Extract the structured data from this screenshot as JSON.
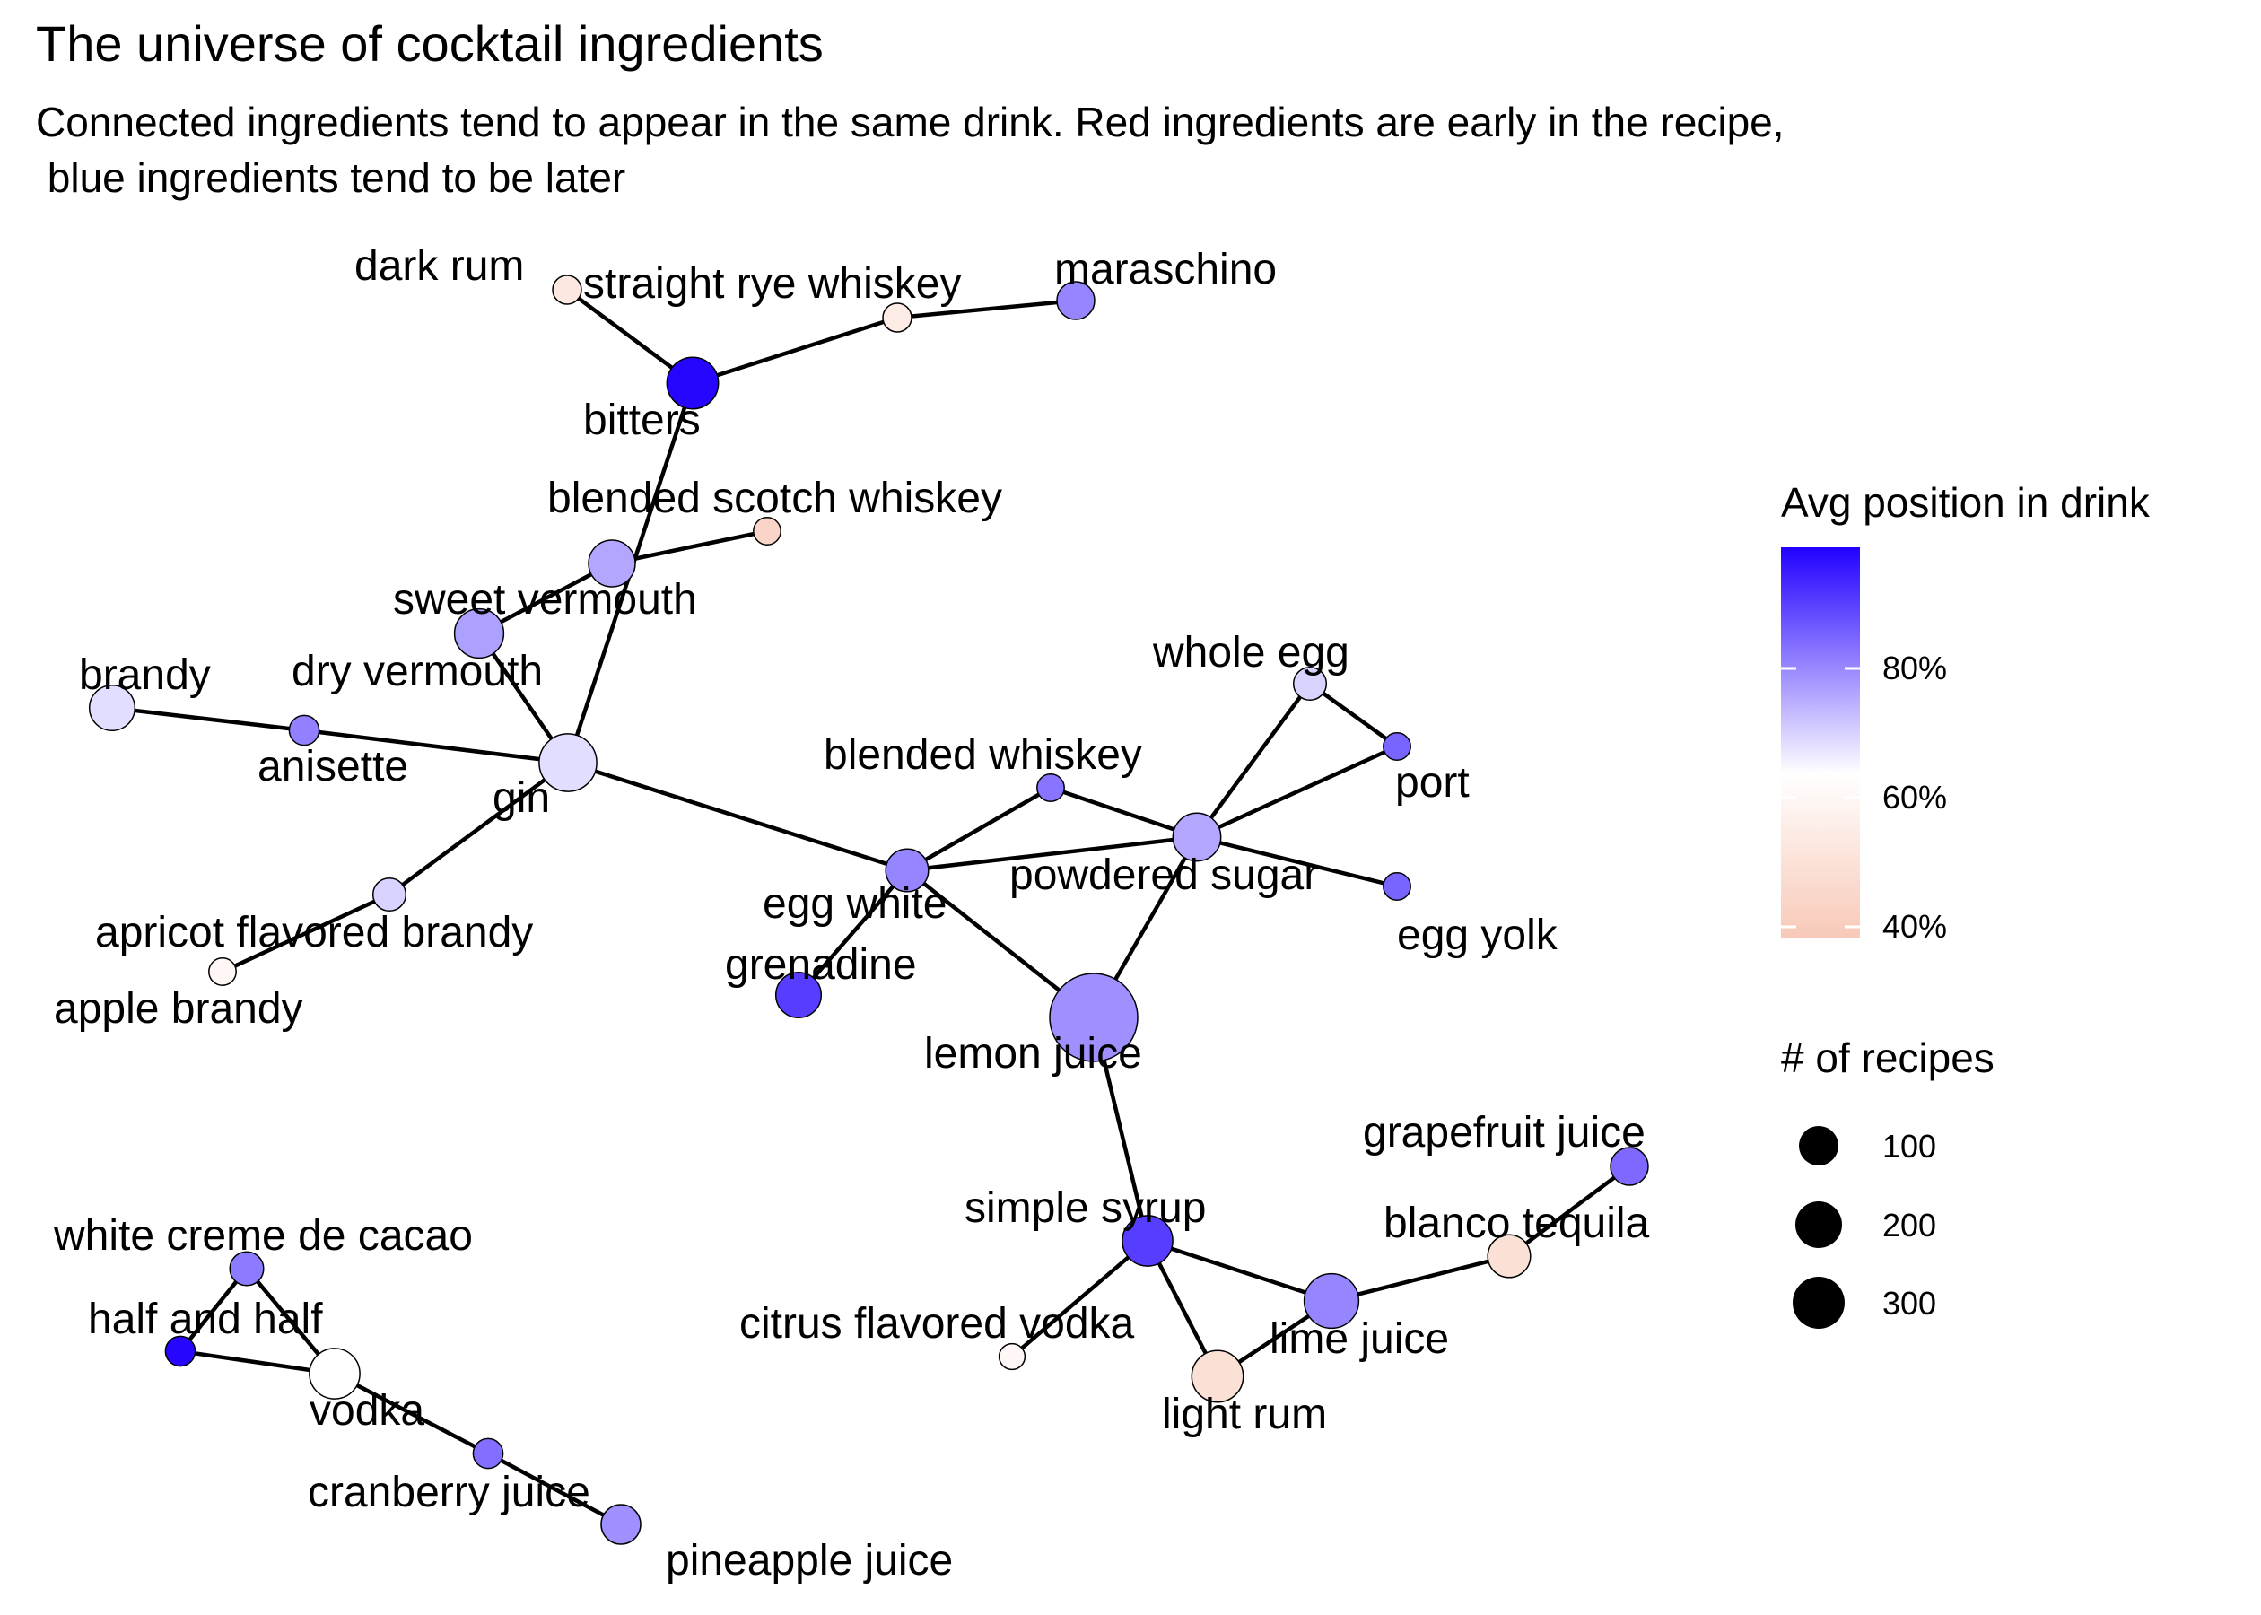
{
  "title": "The universe of cocktail ingredients",
  "subtitle_lines": [
    "Connected ingredients tend to appear in the same drink. Red ingredients are early in the recipe,",
    " blue ingredients tend to be later"
  ],
  "legend": {
    "color_title": "Avg position in drink",
    "color_ticks": [
      "80%",
      "60%",
      "40%"
    ],
    "size_title": "# of recipes",
    "size_labels": [
      "100",
      "200",
      "300"
    ]
  },
  "colors": {
    "low": "#f8c9b8",
    "mid": "#ffffff",
    "high": "#2200ff",
    "edge": "#000000"
  },
  "nodes": [
    {
      "id": "dark_rum",
      "label": "dark rum",
      "avg_position": 0.46,
      "recipes": 10
    },
    {
      "id": "straight_rye_whiskey",
      "label": "straight rye whiskey",
      "avg_position": 0.47,
      "recipes": 10
    },
    {
      "id": "maraschino",
      "label": "maraschino",
      "avg_position": 0.74,
      "recipes": 30
    },
    {
      "id": "bitters",
      "label": "bitters",
      "avg_position": 0.97,
      "recipes": 80
    },
    {
      "id": "blended_scotch_whiskey",
      "label": "blended scotch whiskey",
      "avg_position": 0.41,
      "recipes": 8
    },
    {
      "id": "sweet_vermouth",
      "label": "sweet vermouth",
      "avg_position": 0.68,
      "recipes": 60
    },
    {
      "id": "dry_vermouth",
      "label": "dry vermouth",
      "avg_position": 0.69,
      "recipes": 70
    },
    {
      "id": "brandy",
      "label": "brandy",
      "avg_position": 0.58,
      "recipes": 55
    },
    {
      "id": "anisette",
      "label": "anisette",
      "avg_position": 0.75,
      "recipes": 12
    },
    {
      "id": "gin",
      "label": "gin",
      "avg_position": 0.58,
      "recipes": 110
    },
    {
      "id": "apricot_flavored_brandy",
      "label": "apricot flavored brandy",
      "avg_position": 0.6,
      "recipes": 18
    },
    {
      "id": "apple_brandy",
      "label": "apple brandy",
      "avg_position": 0.5,
      "recipes": 8
    },
    {
      "id": "whole_egg",
      "label": "whole egg",
      "avg_position": 0.6,
      "recipes": 18
    },
    {
      "id": "port",
      "label": "port",
      "avg_position": 0.8,
      "recipes": 8
    },
    {
      "id": "blended_whiskey",
      "label": "blended whiskey",
      "avg_position": 0.77,
      "recipes": 8
    },
    {
      "id": "powdered_sugar",
      "label": "powdered sugar",
      "avg_position": 0.68,
      "recipes": 65
    },
    {
      "id": "egg_white",
      "label": "egg white",
      "avg_position": 0.74,
      "recipes": 45
    },
    {
      "id": "egg_yolk",
      "label": "egg yolk",
      "avg_position": 0.8,
      "recipes": 8
    },
    {
      "id": "grenadine",
      "label": "grenadine",
      "avg_position": 0.87,
      "recipes": 55
    },
    {
      "id": "lemon_juice",
      "label": "lemon juice",
      "avg_position": 0.72,
      "recipes": 330
    },
    {
      "id": "grapefruit_juice",
      "label": "grapefruit juice",
      "avg_position": 0.79,
      "recipes": 30
    },
    {
      "id": "simple_syrup",
      "label": "simple syrup",
      "avg_position": 0.87,
      "recipes": 75
    },
    {
      "id": "blanco_tequila",
      "label": "blanco tequila",
      "avg_position": 0.44,
      "recipes": 45
    },
    {
      "id": "lime_juice",
      "label": "lime juice",
      "avg_position": 0.74,
      "recipes": 95
    },
    {
      "id": "citrus_flavored_vodka",
      "label": "citrus flavored vodka",
      "avg_position": 0.5,
      "recipes": 6
    },
    {
      "id": "light_rum",
      "label": "light rum",
      "avg_position": 0.44,
      "recipes": 80
    },
    {
      "id": "white_creme_de_cacao",
      "label": "white creme de cacao",
      "avg_position": 0.76,
      "recipes": 20
    },
    {
      "id": "half_and_half",
      "label": "half and half",
      "avg_position": 0.97,
      "recipes": 12
    },
    {
      "id": "vodka",
      "label": "vodka",
      "avg_position": 0.52,
      "recipes": 75
    },
    {
      "id": "cranberry_juice",
      "label": "cranberry juice",
      "avg_position": 0.78,
      "recipes": 12
    },
    {
      "id": "pineapple_juice",
      "label": "pineapple juice",
      "avg_position": 0.72,
      "recipes": 35
    }
  ],
  "edges": [
    [
      "dark_rum",
      "bitters"
    ],
    [
      "bitters",
      "straight_rye_whiskey"
    ],
    [
      "straight_rye_whiskey",
      "maraschino"
    ],
    [
      "bitters",
      "gin"
    ],
    [
      "sweet_vermouth",
      "blended_scotch_whiskey"
    ],
    [
      "sweet_vermouth",
      "dry_vermouth"
    ],
    [
      "dry_vermouth",
      "gin"
    ],
    [
      "brandy",
      "anisette"
    ],
    [
      "anisette",
      "gin"
    ],
    [
      "gin",
      "apricot_flavored_brandy"
    ],
    [
      "apricot_flavored_brandy",
      "apple_brandy"
    ],
    [
      "gin",
      "egg_white"
    ],
    [
      "egg_white",
      "blended_whiskey"
    ],
    [
      "blended_whiskey",
      "powdered_sugar"
    ],
    [
      "egg_white",
      "powdered_sugar"
    ],
    [
      "powdered_sugar",
      "whole_egg"
    ],
    [
      "powdered_sugar",
      "port"
    ],
    [
      "whole_egg",
      "port"
    ],
    [
      "powdered_sugar",
      "egg_yolk"
    ],
    [
      "powdered_sugar",
      "lemon_juice"
    ],
    [
      "egg_white",
      "lemon_juice"
    ],
    [
      "egg_white",
      "grenadine"
    ],
    [
      "lemon_juice",
      "simple_syrup"
    ],
    [
      "simple_syrup",
      "lime_juice"
    ],
    [
      "simple_syrup",
      "citrus_flavored_vodka"
    ],
    [
      "simple_syrup",
      "light_rum"
    ],
    [
      "lime_juice",
      "light_rum"
    ],
    [
      "lime_juice",
      "blanco_tequila"
    ],
    [
      "blanco_tequila",
      "grapefruit_juice"
    ],
    [
      "white_creme_de_cacao",
      "half_and_half"
    ],
    [
      "white_creme_de_cacao",
      "vodka"
    ],
    [
      "half_and_half",
      "vodka"
    ],
    [
      "vodka",
      "cranberry_juice"
    ],
    [
      "cranberry_juice",
      "pineapple_juice"
    ]
  ]
}
